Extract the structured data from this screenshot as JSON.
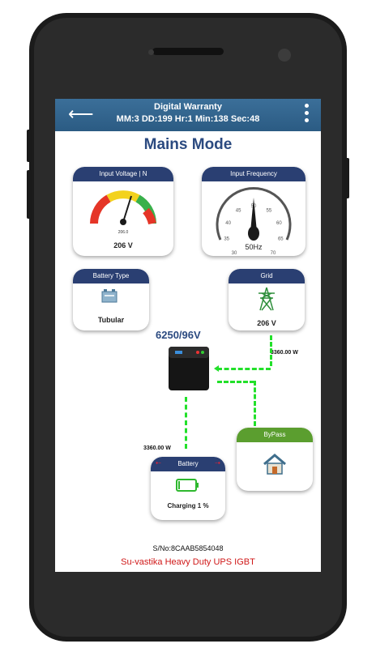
{
  "app_bar": {
    "title": "Digital Warranty",
    "subtitle": "MM:3 DD:199 Hr:1 Min:138 Sec:48",
    "back_glyph": "⟵"
  },
  "mode_title": "Mains Mode",
  "input_voltage": {
    "title": "Input Voltage | N",
    "value": "206 V",
    "gauge_readout": "206.0",
    "gauge_level": 0.62
  },
  "input_frequency": {
    "title": "Input Frequency",
    "value": "50Hz",
    "ticks": [
      "30",
      "35",
      "40",
      "45",
      "50",
      "55",
      "60",
      "65",
      "70"
    ],
    "dial_value": 50
  },
  "battery_type": {
    "title": "Battery Type",
    "value": "Tubular",
    "icon": "battery-bank-icon"
  },
  "grid": {
    "title": "Grid",
    "value": "206 V",
    "icon": "transmission-tower-icon"
  },
  "inverter": {
    "rating": "6250/96V",
    "icon": "inverter-icon"
  },
  "flows": {
    "grid_power": "3360.00  W",
    "battery_power": "3360.00  W"
  },
  "bypass": {
    "title": "ByPass",
    "icon": "house-icon"
  },
  "battery": {
    "title": "Battery",
    "status": "Charging 1 %",
    "icon": "battery-charging-icon",
    "level": 0.01
  },
  "serial": "S/No:8CAAB5854048",
  "brand": "Su-vastika Heavy Duty UPS IGBT",
  "colors": {
    "header_blue": "#2b5b83",
    "card_navy": "#2a3f72",
    "bypass_green": "#5b9e2f",
    "flow_green": "#22e02a",
    "brand_red": "#d01818"
  }
}
